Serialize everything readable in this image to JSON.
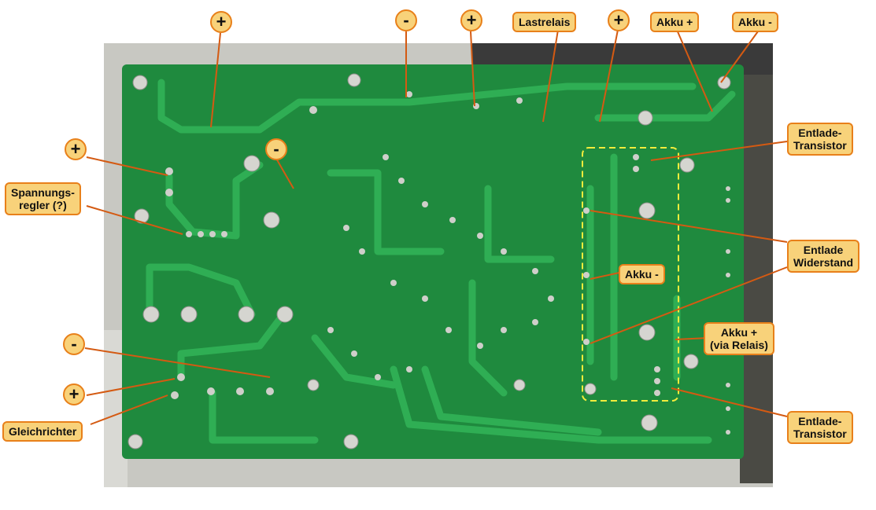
{
  "labels": {
    "lastrelais": "Lastrelais",
    "akku_plus_top": "Akku +",
    "akku_minus_top": "Akku -",
    "entlade_transistor_top": "Entlade-\nTransistor",
    "spannungsregler": "Spannungs-\nregler (?)",
    "entlade_widerstand": "Entlade\nWiderstand",
    "akku_minus_mid": "Akku -",
    "akku_plus_relais": "Akku +\n(via Relais)",
    "entlade_transistor_bottom": "Entlade-\nTransistor",
    "gleichrichter": "Gleichrichter"
  },
  "signs": {
    "plus": "+",
    "minus": "-"
  },
  "colors": {
    "label_fill": "#f8d27a",
    "label_border": "#e8801a",
    "pcb_green": "#1f8a3e",
    "trace_green": "#26a04a",
    "callout_line": "#d45a12",
    "dashed_box": "#f2ec3c",
    "background_housing": "#c9c9c4"
  }
}
